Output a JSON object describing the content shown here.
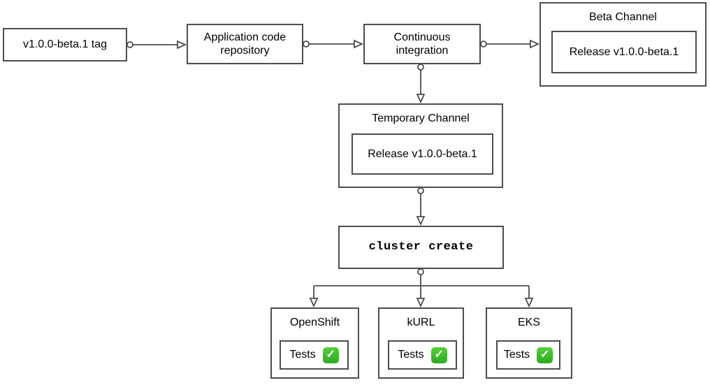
{
  "colors": {
    "line": "#4d4d4d",
    "box_border": "#4d4d4d",
    "box_fill": "#ffffff",
    "text": "#000000",
    "check_green_top": "#55cf3a",
    "check_green_bottom": "#2dab20",
    "check_mark": "#ffffff"
  },
  "diagram": {
    "nodes": {
      "tag": {
        "label": "v1.0.0-beta.1 tag"
      },
      "repo": {
        "label": "Application code repository"
      },
      "ci": {
        "label": "Continuous integration"
      },
      "beta_channel": {
        "title": "Beta Channel",
        "release_label": "Release v1.0.0-beta.1"
      },
      "temp_channel": {
        "title": "Temporary Channel",
        "release_label": "Release v1.0.0-beta.1"
      },
      "cluster_create": {
        "label": "cluster create"
      },
      "clusters": [
        {
          "title": "OpenShift",
          "tests_label": "Tests",
          "check_glyph": "✓"
        },
        {
          "title": "kURL",
          "tests_label": "Tests",
          "check_glyph": "✓"
        },
        {
          "title": "EKS",
          "tests_label": "Tests",
          "check_glyph": "✓"
        }
      ]
    }
  }
}
